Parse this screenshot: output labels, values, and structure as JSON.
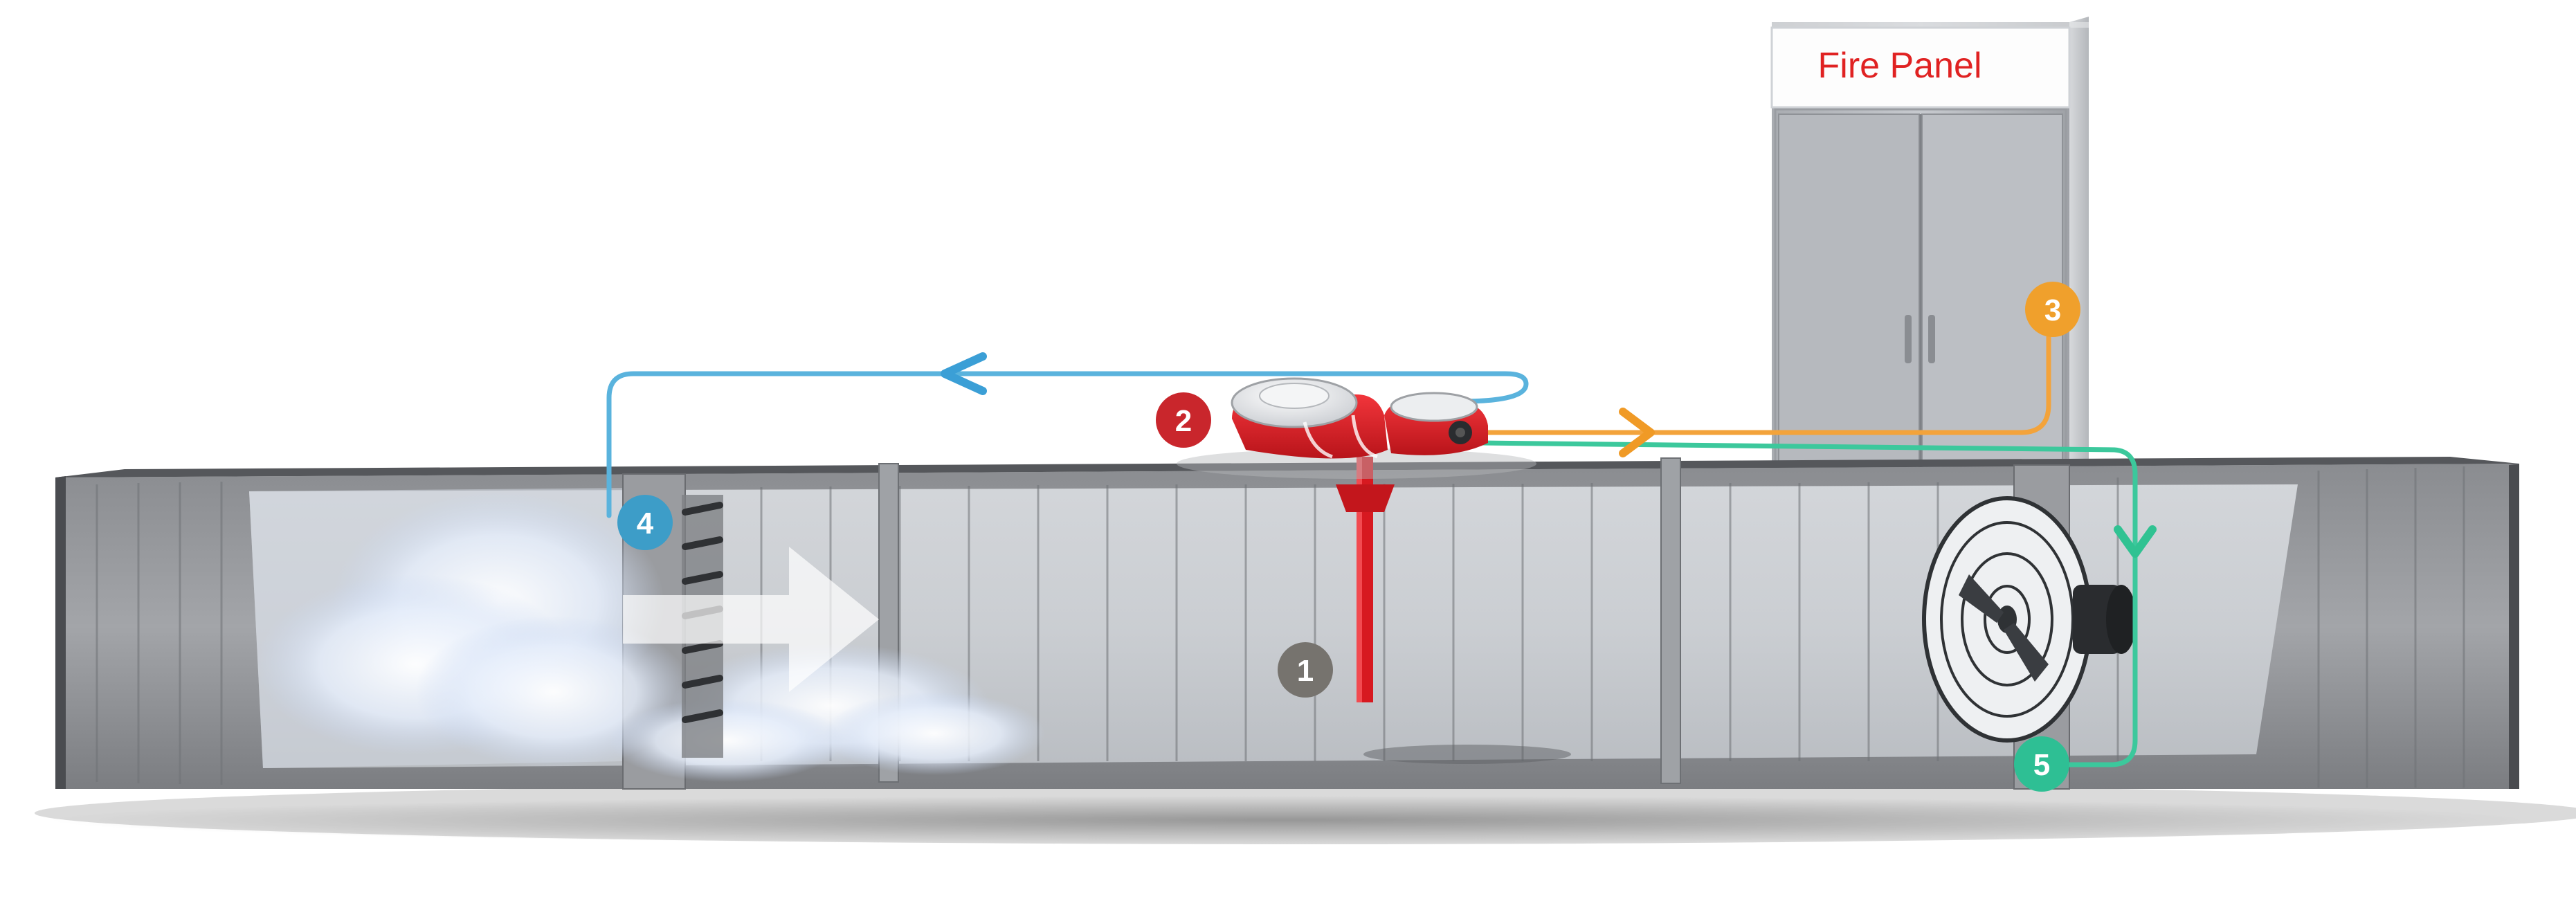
{
  "fire_panel": {
    "label": "Fire Panel"
  },
  "markers": [
    {
      "id": "1",
      "label": "1",
      "color": "#76736e",
      "component": "sampling-tube"
    },
    {
      "id": "2",
      "label": "2",
      "color": "#c9262c",
      "component": "duct-smoke-detector"
    },
    {
      "id": "3",
      "label": "3",
      "color": "#f0a02c",
      "component": "fire-panel-signal"
    },
    {
      "id": "4",
      "label": "4",
      "color": "#3d9dc8",
      "component": "damper"
    },
    {
      "id": "5",
      "label": "5",
      "color": "#2ebf94",
      "component": "fan"
    }
  ],
  "colors": {
    "detector_red": "#e31e24",
    "blue_line": "#5ab3dd",
    "orange_line": "#f3a33b",
    "green_line": "#3cc89c",
    "duct_gray": "#8e9094",
    "panel_gray": "#b9bcc1"
  },
  "icons": {
    "flow_arrow": "right-arrow-icon",
    "signal_arrow": "chevron-arrow-icon"
  }
}
